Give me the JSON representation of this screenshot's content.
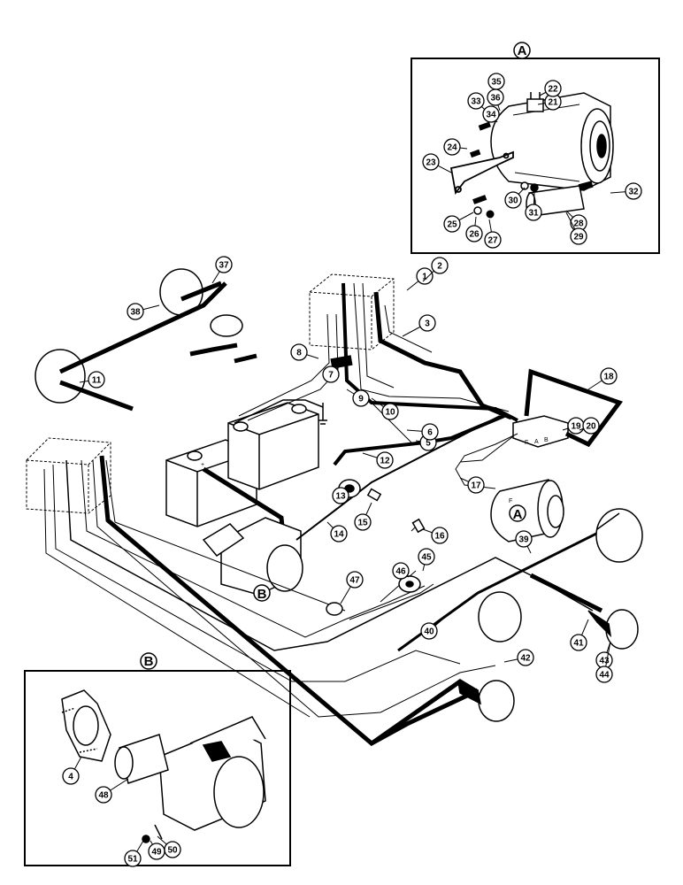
{
  "inset_letters": [
    "A",
    "B"
  ],
  "terminal_labels": {
    "battery_positive": "+",
    "regulator_f": "F",
    "regulator_a": "A",
    "regulator_b": "B",
    "generator_f": "F"
  },
  "callouts": [
    "1",
    "2",
    "3",
    "5",
    "6",
    "7",
    "8",
    "9",
    "10",
    "11",
    "12",
    "13",
    "14",
    "15",
    "16",
    "17",
    "18",
    "19",
    "20",
    "21",
    "22",
    "23",
    "24",
    "25",
    "26",
    "27",
    "28",
    "29",
    "30",
    "31",
    "32",
    "33",
    "34",
    "35",
    "36",
    "37",
    "38",
    "39",
    "40",
    "41",
    "42",
    "43",
    "44",
    "45",
    "46",
    "47",
    "48",
    "49",
    "50",
    "51",
    "4"
  ],
  "colors": {
    "ink": "#000000",
    "paper": "#ffffff"
  }
}
